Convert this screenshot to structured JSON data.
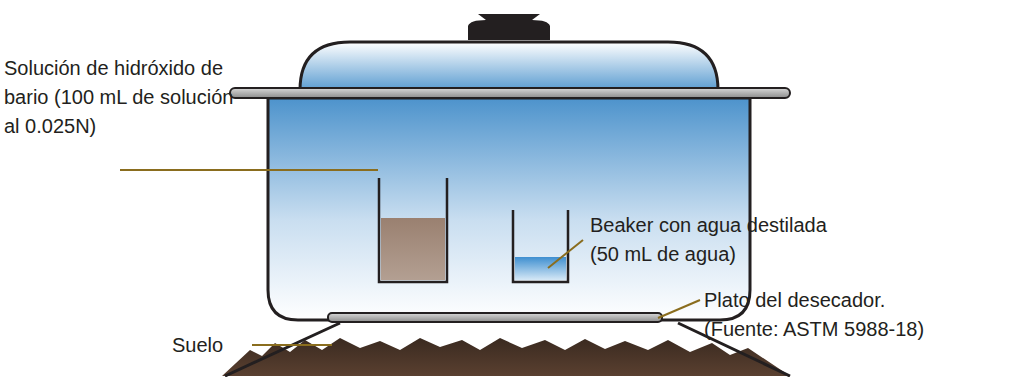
{
  "diagram": {
    "labels": [
      "Solución de hidróxido de bario (100 mL de solución al 0.025N)",
      "Beaker con agua destilada (50 mL de agua)",
      "Plato del desecador. (Fuente: ASTM 5988-18)",
      "Suelo"
    ]
  }
}
